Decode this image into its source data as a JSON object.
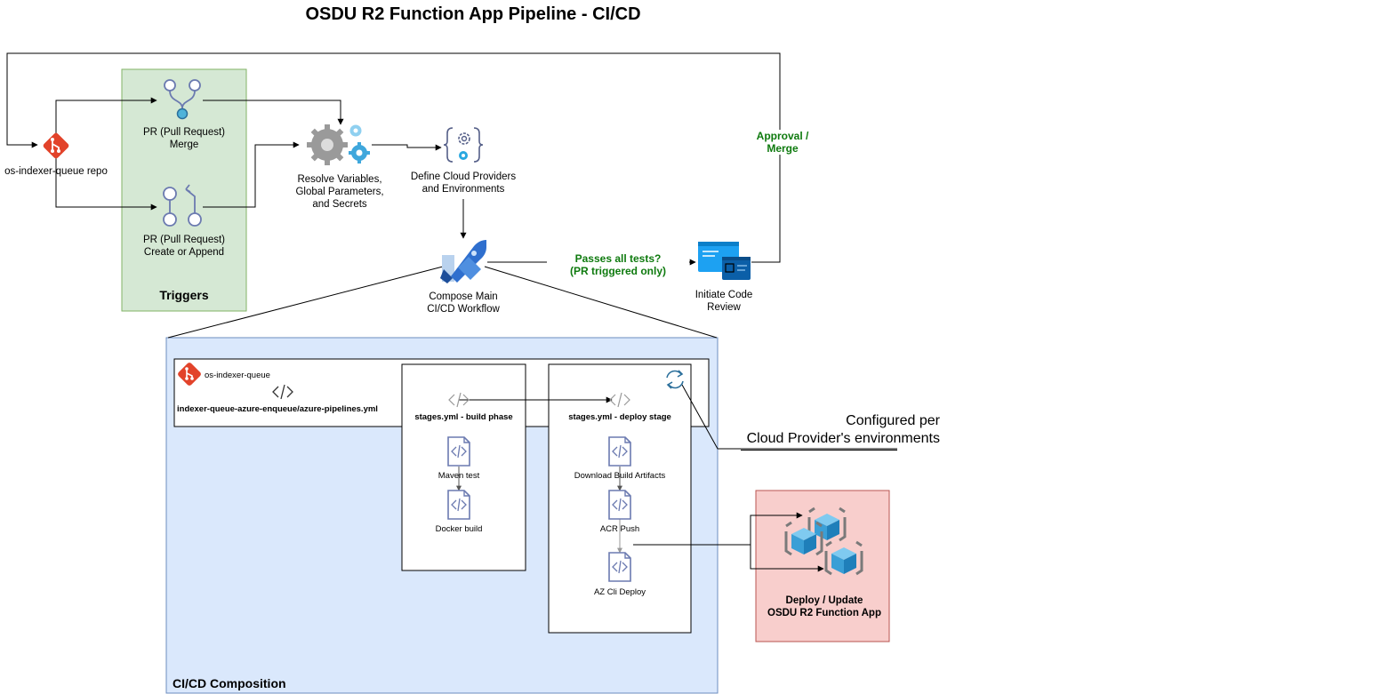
{
  "title": "OSDU R2 Function App Pipeline - CI/CD",
  "triggers": {
    "label": "Triggers",
    "pr_merge": "PR (Pull Request)\nMerge",
    "pr_create": "PR (Pull Request)\nCreate or Append"
  },
  "repo_label": "os-indexer-queue repo",
  "resolve_label": "Resolve Variables,\nGlobal Parameters,\nand Secrets",
  "define_label": "Define Cloud Providers\nand Environments",
  "compose_label": "Compose Main\nCI/CD Workflow",
  "passes_label": "Passes all tests?\n(PR triggered only)",
  "review_label": "Initiate Code\nReview",
  "approval_label": "Approval /\nMerge",
  "composition": {
    "label": "CI/CD Composition",
    "repo_name": "os-indexer-queue",
    "pipeline_file": "indexer-queue-azure-enqueue/azure-pipelines.yml",
    "build": {
      "title": "stages.yml - build phase",
      "steps": [
        "Maven test",
        "Docker build"
      ]
    },
    "deploy": {
      "title": "stages.yml - deploy stage",
      "steps": [
        "Download Build Artifacts",
        "ACR Push",
        "AZ Cli Deploy"
      ]
    }
  },
  "configured_note": "Configured per\nCloud Provider's environments",
  "deploy_target": "Deploy / Update\nOSDU R2 Function App",
  "colors": {
    "triggers_fill": "#d5e8d4",
    "triggers_stroke": "#82b366",
    "composition_fill": "#dae8fc",
    "composition_stroke": "#6c8ebf",
    "deploy_fill": "#f8cecc",
    "deploy_stroke": "#b85450",
    "git_red": "#e2432a",
    "approval_green": "#0e7a0e",
    "azure_blue": "#1e88e5",
    "icon_slate": "#6b7ab0"
  }
}
